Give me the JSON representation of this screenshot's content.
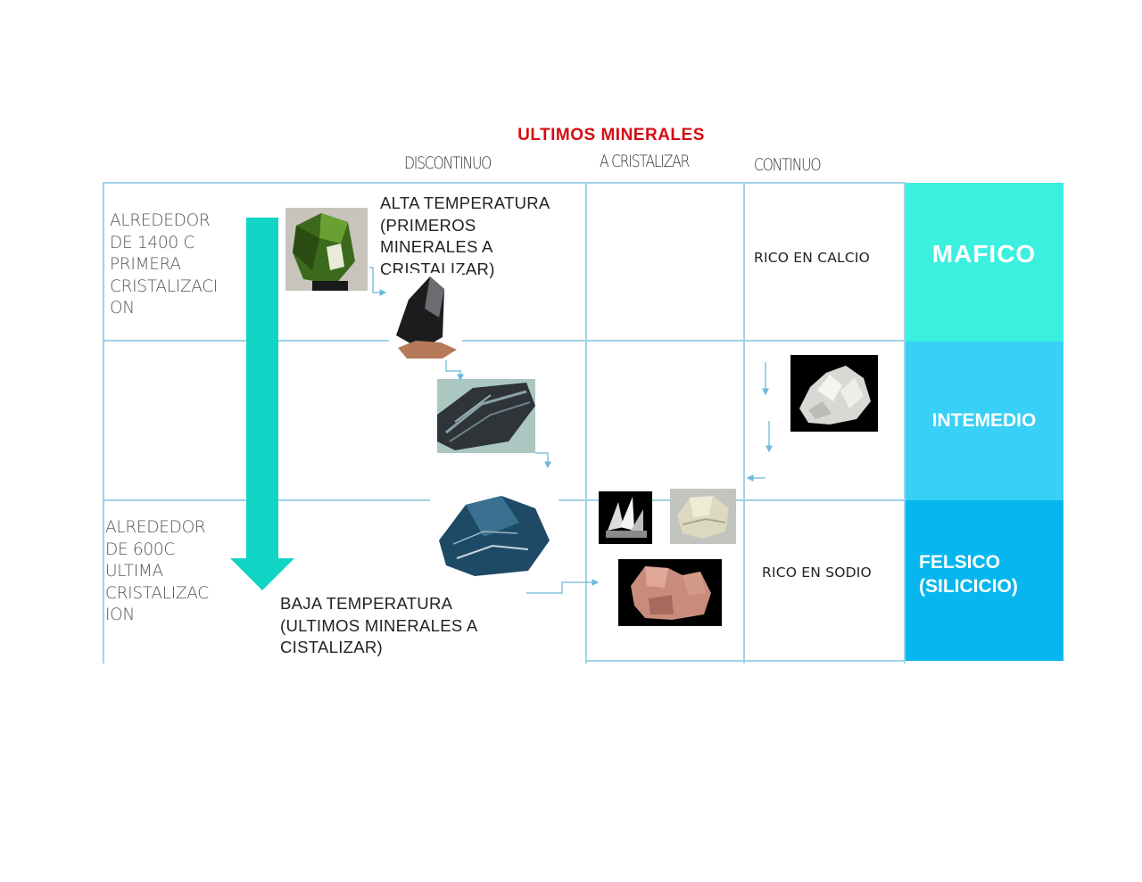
{
  "title": "ULTIMOS MINERALES",
  "headers": {
    "discontinuous": "DISCONTINUO",
    "crystallize": "A CRISTALIZAR",
    "continuous": "CONTINUO"
  },
  "left_labels": {
    "top": [
      "ALREDEDOR",
      "DE 1400 C",
      "PRIMERA",
      "CRISTALIZACI",
      "ON"
    ],
    "bottom": [
      "ALREDEDOR",
      "DE 600C",
      "ULTIMA",
      "CRISTALIZAC",
      "ION"
    ]
  },
  "high_temp": [
    "ALTA TEMPERATURA",
    "(PRIMEROS",
    "MINERALES A",
    "CRISTALIZAR)"
  ],
  "low_temp": [
    "BAJA TEMPERATURA",
    "(ULTIMOS MINERALES A",
    "CISTALIZAR)"
  ],
  "continuous_labels": {
    "calcium": "RICO EN CALCIO",
    "sodium": "RICO EN SODIO"
  },
  "bands": [
    {
      "label": "MAFICO",
      "color": "#3cf0e0"
    },
    {
      "label": "INTEMEDIO",
      "color": "#38d0f6"
    },
    {
      "label": "FELSICO",
      "label2": "(SILICICIO)",
      "color": "#06b6ee"
    }
  ],
  "colors": {
    "title": "#d40c12",
    "arrow": "#10d4c4",
    "grid": "#9fd3e6",
    "connector": "#6cb8d8"
  },
  "minerals": [
    "olivine-image",
    "pyroxene-image",
    "amphibole-image",
    "biotite-image",
    "calcium-plagioclase-image",
    "quartz-image",
    "muscovite-image",
    "orthoclase-image"
  ]
}
